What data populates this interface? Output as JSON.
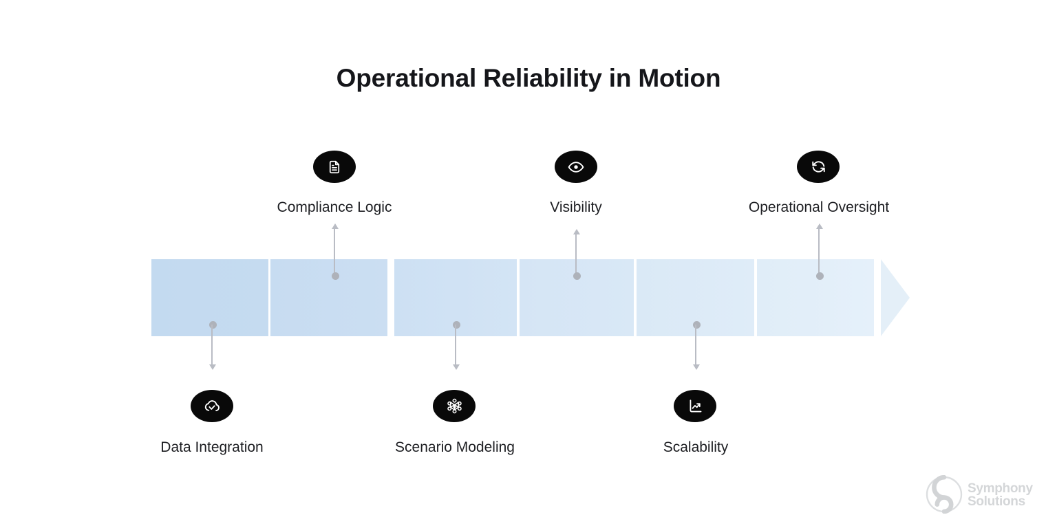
{
  "title": "Operational Reliability in Motion",
  "bar": {
    "segment_count": 6,
    "color_start": "#c3daf0",
    "color_end": "#e2edf7",
    "arrowhead_color": "#e4eff8"
  },
  "connector": {
    "line_color": "#b9bcc4",
    "dot_color": "#aeb2ba"
  },
  "badge": {
    "background": "#090909",
    "glyph_color": "#ffffff"
  },
  "nodes": [
    {
      "label": "Compliance Logic",
      "icon": "document-icon",
      "position": "above",
      "segment": 2
    },
    {
      "label": "Visibility",
      "icon": "eye-icon",
      "position": "above",
      "segment": 4
    },
    {
      "label": "Operational Oversight",
      "icon": "refresh-icon",
      "position": "above",
      "segment": 6
    },
    {
      "label": "Data Integration",
      "icon": "cloud-check-icon",
      "position": "below",
      "segment": 1
    },
    {
      "label": "Scenario Modeling",
      "icon": "network-nodes-icon",
      "position": "below",
      "segment": 3
    },
    {
      "label": "Scalability",
      "icon": "growth-chart-icon",
      "position": "below",
      "segment": 5
    }
  ],
  "logo": {
    "line1": "Symphony",
    "line2": "Solutions",
    "color": "#d4d6d8"
  }
}
